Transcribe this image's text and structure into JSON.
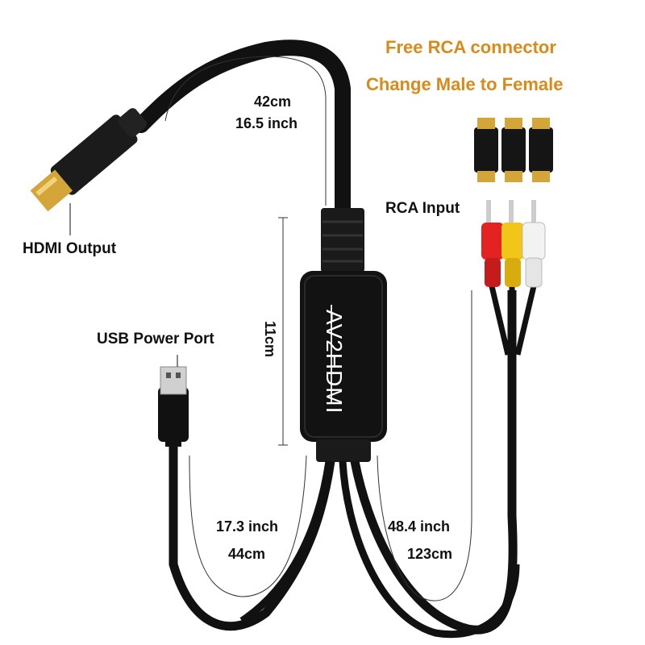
{
  "promo": {
    "line1": "Free RCA connector",
    "line2": "Change Male to Female"
  },
  "labels": {
    "hdmi_output": "HDMI Output",
    "rca_input": "RCA Input",
    "usb_power_port": "USB Power Port"
  },
  "device": {
    "brand": "AV2HDMI"
  },
  "dimensions": {
    "hdmi_cable_cm": "42cm",
    "hdmi_cable_inch": "16.5 inch",
    "box_length": "11cm",
    "usb_cable_inch": "17.3 inch",
    "usb_cable_cm": "44cm",
    "rca_cable_inch": "48.4 inch",
    "rca_cable_cm": "123cm"
  },
  "colors": {
    "promo": "#d98a1a",
    "cable": "#111111",
    "rca_red": "#e32222",
    "rca_yellow": "#f2c618",
    "rca_white": "#f2f2f2",
    "gold": "#d4a63a"
  }
}
